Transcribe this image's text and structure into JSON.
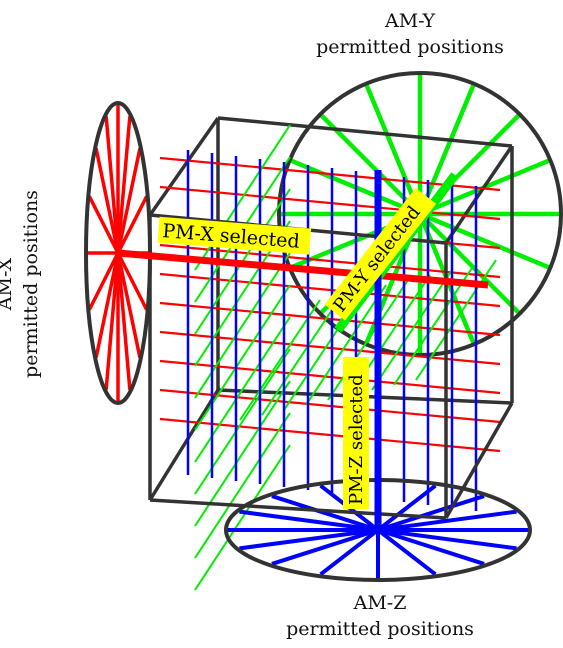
{
  "captions": {
    "am_y": [
      "AM-Y",
      "permitted positions"
    ],
    "am_x": [
      "AM-X",
      "permitted positions"
    ],
    "am_z": [
      "AM-Z",
      "permitted positions"
    ]
  },
  "labels": {
    "pm_x": "PM-X selected",
    "pm_y": "PM-Y selected",
    "pm_z": "PM-Z selected"
  },
  "colors": {
    "x_axis": "#ff0000",
    "y_axis": "#00ee00",
    "z_axis": "#0000ff",
    "label_bg": "#ffff00",
    "outline": "#333333"
  }
}
